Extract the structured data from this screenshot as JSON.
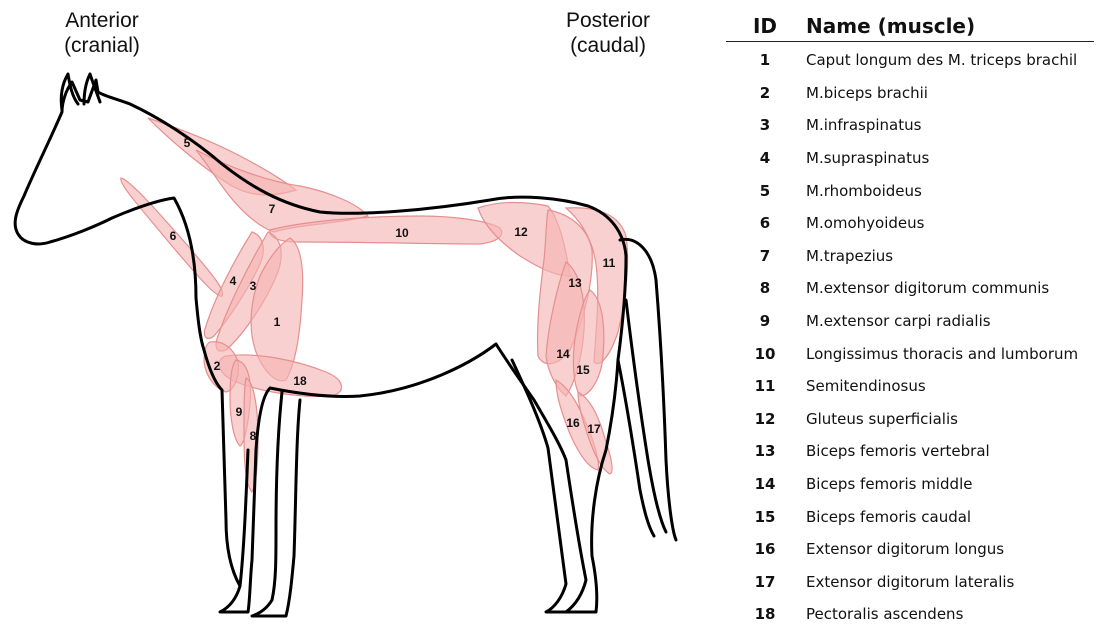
{
  "orientation": {
    "anterior": "Anterior\n(cranial)",
    "posterior": "Posterior\n(caudal)"
  },
  "colors": {
    "muscle_fill": "#f6b3b3",
    "muscle_stroke": "#e58f8f",
    "outline": "#000000"
  },
  "legend": {
    "id_header": "ID",
    "name_header": "Name (muscle)",
    "rows": [
      {
        "id": "1",
        "name": "Caput longum des M. triceps brachil"
      },
      {
        "id": "2",
        "name": "M.biceps brachii"
      },
      {
        "id": "3",
        "name": "M.infraspinatus"
      },
      {
        "id": "4",
        "name": "M.supraspinatus"
      },
      {
        "id": "5",
        "name": "M.rhomboideus"
      },
      {
        "id": "6",
        "name": "M.omohyoideus"
      },
      {
        "id": "7",
        "name": "M.trapezius"
      },
      {
        "id": "8",
        "name": "M.extensor digitorum communis"
      },
      {
        "id": "9",
        "name": "M.extensor carpi radialis"
      },
      {
        "id": "10",
        "name": "Longissimus thoracis and lumborum"
      },
      {
        "id": "11",
        "name": "Semitendinosus"
      },
      {
        "id": "12",
        "name": "Gluteus superficialis"
      },
      {
        "id": "13",
        "name": "Biceps femoris vertebral"
      },
      {
        "id": "14",
        "name": "Biceps femoris middle"
      },
      {
        "id": "15",
        "name": "Biceps femoris caudal"
      },
      {
        "id": "16",
        "name": "Extensor digitorum longus"
      },
      {
        "id": "17",
        "name": "Extensor digitorum lateralis"
      },
      {
        "id": "18",
        "name": "Pectoralis ascendens"
      }
    ]
  }
}
